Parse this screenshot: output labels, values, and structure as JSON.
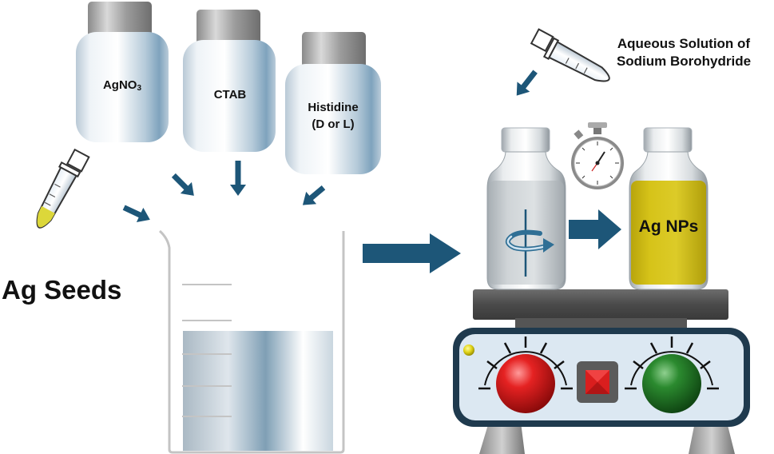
{
  "reagents": {
    "agno3": {
      "main": "AgNO",
      "sub": "3"
    },
    "ctab": "CTAB",
    "histidine_line1": "Histidine",
    "histidine_line2": "(D or L)"
  },
  "seeds_label": "Ag Seeds",
  "borohydride": {
    "line1": "Aqueous Solution of",
    "line2": "Sodium Borohydride"
  },
  "product_label": "Ag NPs",
  "colors": {
    "arrow": "#1d5678",
    "seed_liquid": "#dcd73a",
    "product_liquid": "#d1be12",
    "knob_left": "#d91515",
    "knob_right": "#1e7b22",
    "stop_button": "#d91e1e",
    "stirrer_body": "#dce8f2",
    "stirrer_frame": "#1f3a4e"
  },
  "icons": {
    "stir": "rotation-arrow-icon",
    "timer": "stopwatch-icon",
    "indicator": "indicator-light-icon"
  }
}
